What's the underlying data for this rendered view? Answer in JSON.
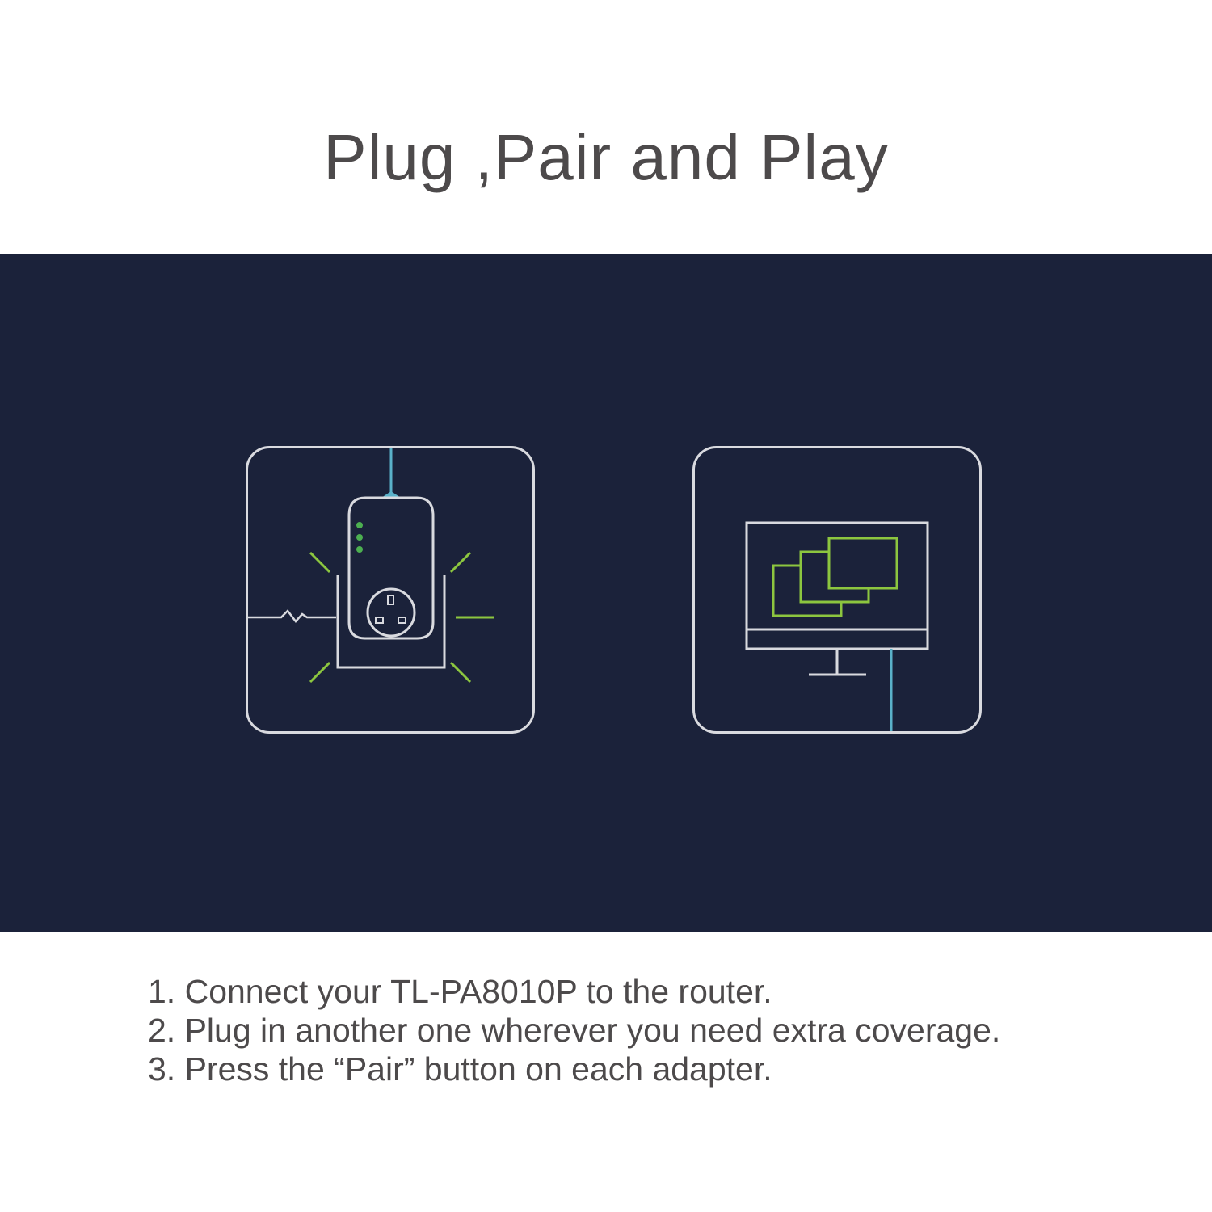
{
  "title": "Plug ,Pair and Play",
  "colors": {
    "background": "#ffffff",
    "banner": "#1b223a",
    "tile_outline": "#d9dadf",
    "accent_green": "#8cc63f",
    "led_green": "#4caf50",
    "cable_blue": "#5ab1c9",
    "text": "#4d4a4b"
  },
  "illustrations": {
    "left": {
      "icon": "powerline-adapter-icon"
    },
    "right": {
      "icon": "desktop-monitor-icon"
    }
  },
  "steps": [
    "1. Connect your TL-PA8010P to the router.",
    "2. Plug in another one wherever you need extra coverage.",
    "3. Press the “Pair” button on each adapter."
  ]
}
